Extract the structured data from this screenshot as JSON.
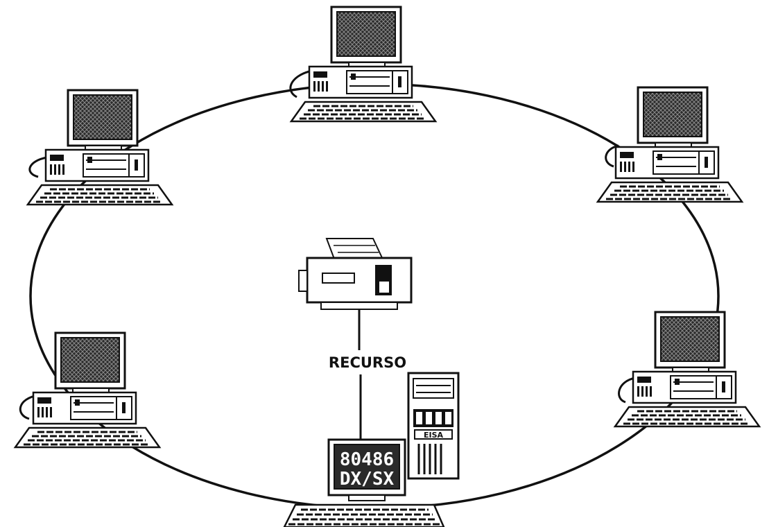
{
  "resource_label": "RECURSO",
  "server": {
    "screen_line1": "80486",
    "screen_line2": "DX/SX",
    "tower_badge": "EISA"
  },
  "colors": {
    "ink": "#111111",
    "paper": "#ffffff",
    "screen": "#2a2a2a"
  }
}
